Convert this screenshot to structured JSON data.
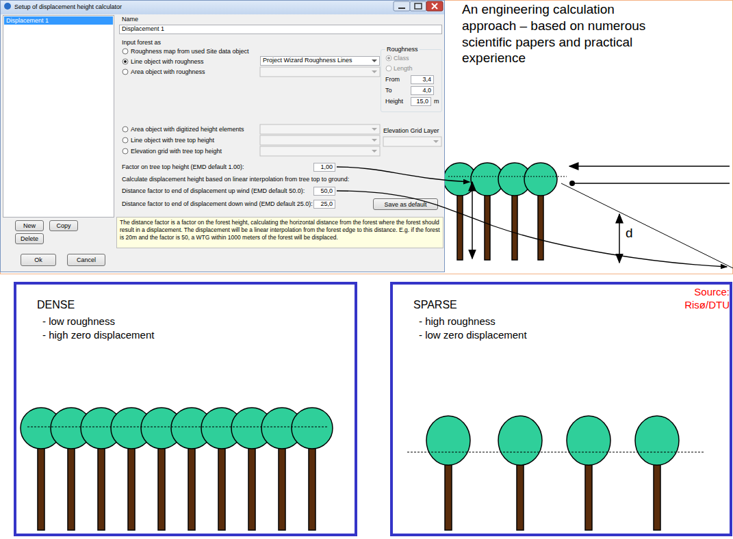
{
  "diagram": {
    "nodes": [
      {
        "text": [
          "Setup of displacement height calculator"
        ]
      },
      {
        "text": [
          "Displacement 1"
        ],
        "in": 0
      },
      {
        "text": [
          "Displacement 1"
        ],
        "in": 0
      },
      {
        "text": [
          "Project Wizard Roughness Lines"
        ],
        "in": 0
      },
      {
        "text": [
          "Roughness"
        ],
        "in": 0
      },
      {
        "text": [
          "3,4"
        ],
        "in": 4
      },
      {
        "text": [
          "4,0"
        ],
        "in": 4
      },
      {
        "text": [
          "15,0"
        ],
        "in": 4
      },
      {
        "text": [
          "1,00"
        ],
        "in": 0
      },
      {
        "text": [
          "50,0"
        ],
        "in": 0
      },
      {
        "text": [
          "25,0"
        ],
        "in": 0
      },
      {
        "text": [
          "Save as default"
        ],
        "in": 0
      },
      {
        "text": [
          "The distance factor is a factor on the forest height, calculating the horizontal distance from the forest where the forest should result in a displacement. The displacement will be a linear interpolation from the forest edge to this distance. E.g. if the forest is 20m and the factor is 50, a WTG within 1000 meters of the forest will be displaced."
        ],
        "in": 0
      },
      {
        "text": [
          "New"
        ],
        "in": 0
      },
      {
        "text": [
          "Copy"
        ],
        "in": 0
      },
      {
        "text": [
          "Delete"
        ],
        "in": 0
      },
      {
        "text": [
          "Ok"
        ],
        "in": 0
      },
      {
        "text": [
          "Cancel"
        ],
        "in": 0
      },
      {
        "text": [
          "DENSE",
          "- low roughness",
          "- high zero displacement"
        ]
      },
      {
        "text": [
          "SPARSE",
          "- high roughness",
          "- low zero displacement"
        ]
      }
    ],
    "labels": [
      "Name",
      "Input forest as",
      "Roughness map from used Site data object",
      "Line object with roughness",
      "Area object with roughness",
      "Area object with digitized height elements",
      "Line object with tree top height",
      "Elevation grid with tree top height",
      "Class",
      "Length",
      "From",
      "To",
      "Height",
      "m",
      "Elevation Grid Layer",
      "Factor on tree top height (EMD default 1.00):",
      "Calculate displacement height based on linear interpolation from tree top to ground:",
      "Distance factor to end of displacement up wind (EMD default 50.0):",
      "Distance factor to end of displacement down wind (EMD default 25.0):",
      "An engineering calculation approach – based on numerous scientific papers and practical experience",
      "d",
      "Source: Risø/DTU"
    ]
  }
}
